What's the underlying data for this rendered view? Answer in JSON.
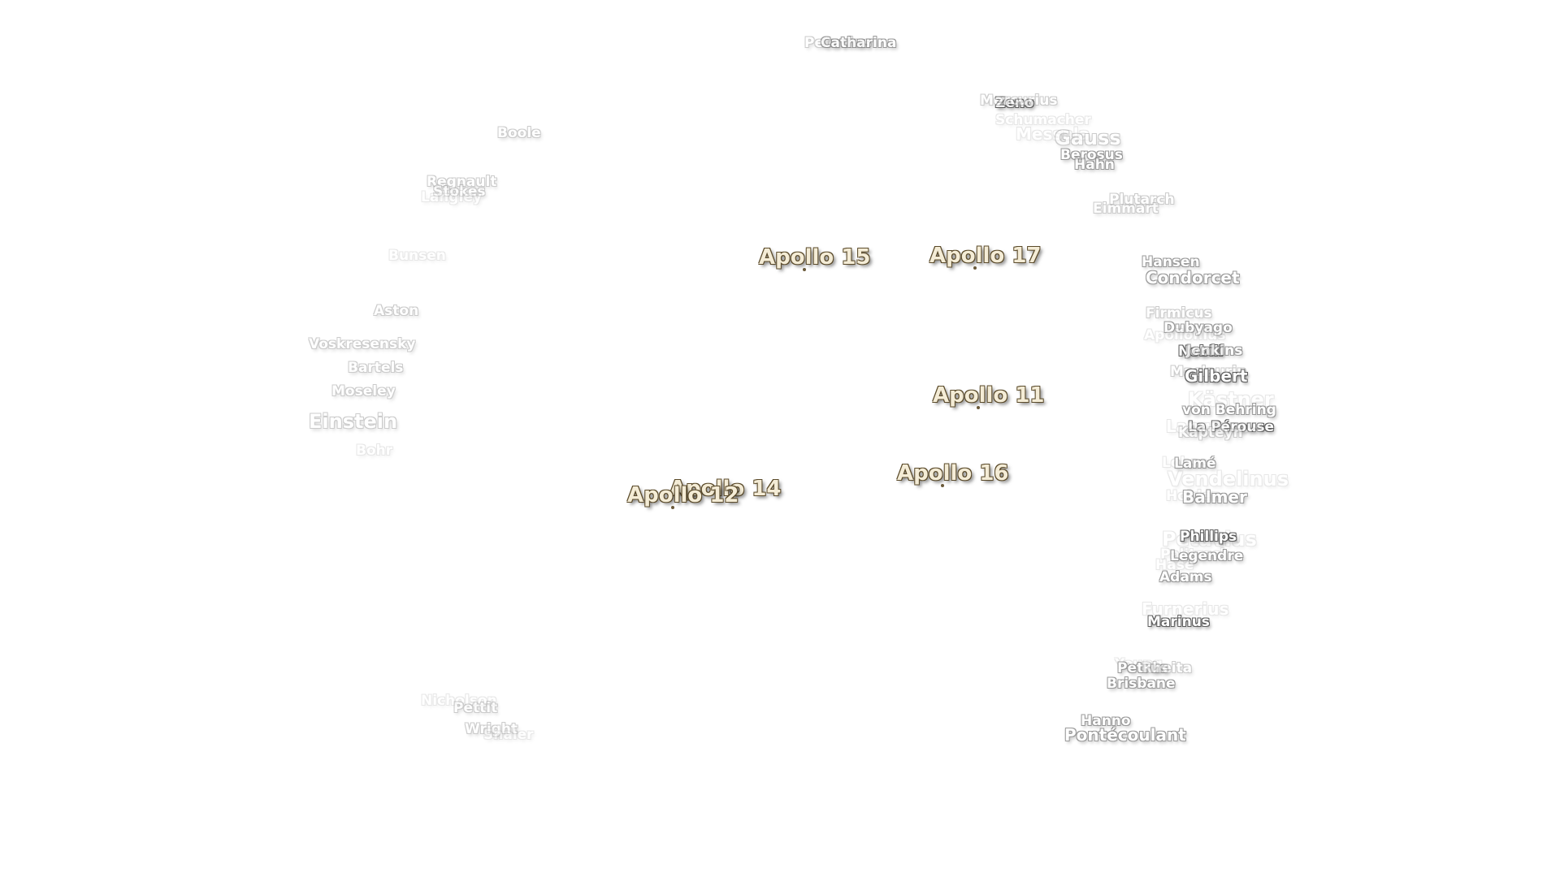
{
  "craters": [
    {
      "name": "Petavius",
      "weight": 3
    },
    {
      "name": "Catharina",
      "weight": 2
    },
    {
      "name": "Zeno",
      "weight": 1
    },
    {
      "name": "Mercurius",
      "weight": 3
    },
    {
      "name": "Schumacher",
      "weight": 4
    },
    {
      "name": "Messala",
      "weight": 4
    },
    {
      "name": "Gauss",
      "weight": 3
    },
    {
      "name": "Berosus",
      "weight": 2
    },
    {
      "name": "Hahn",
      "weight": 2
    },
    {
      "name": "Boole",
      "weight": 3
    },
    {
      "name": "Regnault",
      "weight": 3
    },
    {
      "name": "Stokes",
      "weight": 3
    },
    {
      "name": "Langley",
      "weight": 4
    },
    {
      "name": "Plutarch",
      "weight": 3
    },
    {
      "name": "Eimmart",
      "weight": 3
    },
    {
      "name": "Bunsen",
      "weight": 4
    },
    {
      "name": "Hansen",
      "weight": 2
    },
    {
      "name": "Condorcet",
      "weight": 2
    },
    {
      "name": "Aston",
      "weight": 3
    },
    {
      "name": "Firmicus",
      "weight": 3
    },
    {
      "name": "Dubyago",
      "weight": 2
    },
    {
      "name": "Apollonius",
      "weight": 4
    },
    {
      "name": "Voskresensky",
      "weight": 3
    },
    {
      "name": "Nobili",
      "weight": 1
    },
    {
      "name": "Jenkins",
      "weight": 2
    },
    {
      "name": "Bartels",
      "weight": 3
    },
    {
      "name": "Maclaurin",
      "weight": 3
    },
    {
      "name": "Gilbert",
      "weight": 1
    },
    {
      "name": "Moseley",
      "weight": 3
    },
    {
      "name": "Kästner",
      "weight": 4
    },
    {
      "name": "von Behring",
      "weight": 2
    },
    {
      "name": "Einstein",
      "weight": 3
    },
    {
      "name": "La Pérouse",
      "weight": 1
    },
    {
      "name": "Langrenus",
      "weight": 4
    },
    {
      "name": "Kapteyn",
      "weight": 3
    },
    {
      "name": "Bohr",
      "weight": 4
    },
    {
      "name": "Lohse",
      "weight": 4
    },
    {
      "name": "Lamé",
      "weight": 2
    },
    {
      "name": "Vendelinus",
      "weight": 4
    },
    {
      "name": "Holden",
      "weight": 4
    },
    {
      "name": "Balmer",
      "weight": 2
    },
    {
      "name": "Petavius",
      "weight": 4
    },
    {
      "name": "Phillips",
      "weight": 1
    },
    {
      "name": "Palitzsch",
      "weight": 4
    },
    {
      "name": "Legendre",
      "weight": 2
    },
    {
      "name": "Hase",
      "weight": 4
    },
    {
      "name": "Adams",
      "weight": 2
    },
    {
      "name": "Furnerius",
      "weight": 4
    },
    {
      "name": "Marinus",
      "weight": 1
    },
    {
      "name": "Young",
      "weight": 4
    },
    {
      "name": "Petrus",
      "weight": 2
    },
    {
      "name": "Rheita",
      "weight": 3
    },
    {
      "name": "Brisbane",
      "weight": 2
    },
    {
      "name": "Nicholson",
      "weight": 4
    },
    {
      "name": "Pettit",
      "weight": 3
    },
    {
      "name": "Wright",
      "weight": 3
    },
    {
      "name": "Shaler",
      "weight": 4
    },
    {
      "name": "Hanno",
      "weight": 2
    },
    {
      "name": "Pontécoulant",
      "weight": 2
    }
  ],
  "landing_sites": [
    {
      "name": "Apollo 15"
    },
    {
      "name": "Apollo 17"
    },
    {
      "name": "Apollo 11"
    },
    {
      "name": "Apollo 16"
    },
    {
      "name": "Apollo 14"
    },
    {
      "name": "Apollo 12"
    }
  ]
}
